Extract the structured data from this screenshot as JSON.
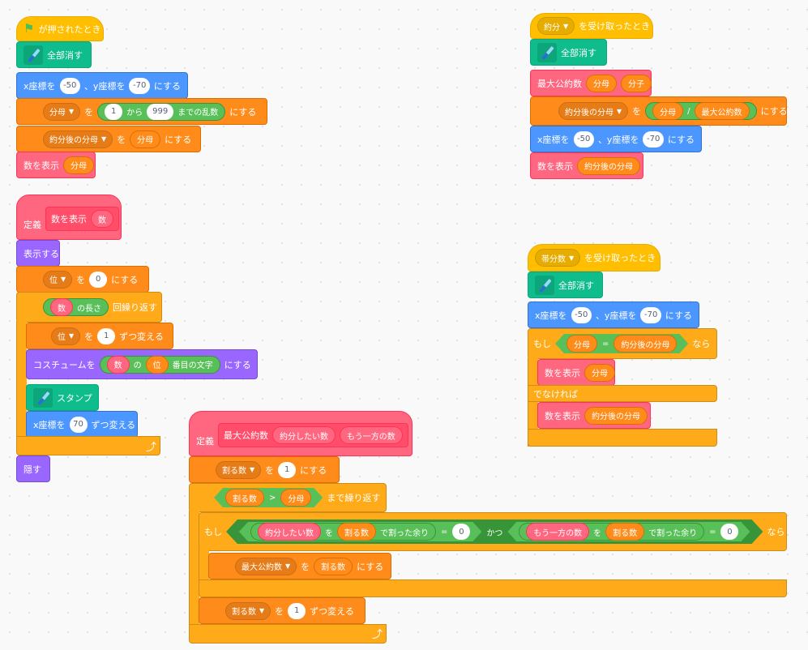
{
  "s1": {
    "hat_label": "が押されたとき",
    "clear_label": "全部消す",
    "goto": {
      "x_label": "x座標を",
      "x": "-50",
      "sep": "、y座標を",
      "y": "-70",
      "end": "にする"
    },
    "set1": {
      "var": "分母",
      "wo": "を",
      "rand_from": "1",
      "kara": "から",
      "rand_to": "999",
      "rand_end": "までの乱数",
      "end": "にする"
    },
    "set2": {
      "var": "約分後の分母",
      "wo": "を",
      "val": "分母",
      "end": "にする"
    },
    "show": {
      "label": "数を表示",
      "arg": "分母"
    }
  },
  "s2": {
    "define": "定義",
    "proto_name": "数を表示",
    "proto_arg": "数",
    "show_label": "表示する",
    "set_pos": {
      "var": "位",
      "wo": "を",
      "val": "0",
      "end": "にする"
    },
    "repeat": {
      "arg": "数",
      "len": "の長さ",
      "end": "回繰り返す"
    },
    "change_pos": {
      "var": "位",
      "wo": "を",
      "val": "1",
      "end": "ずつ変える"
    },
    "costume": {
      "label": "コスチュームを",
      "arg": "数",
      "no": "の",
      "pos": "位",
      "letter": "番目の文字",
      "end": "にする"
    },
    "stamp_label": "スタンプ",
    "change_x": {
      "label": "x座標を",
      "val": "70",
      "end": "ずつ変える"
    },
    "hide_label": "隠す"
  },
  "s3": {
    "define": "定義",
    "proto_name": "最大公約数",
    "arg1": "約分したい数",
    "arg2": "もう一方の数",
    "set_div": {
      "var": "割る数",
      "wo": "を",
      "val": "1",
      "end": "にする"
    },
    "until": {
      "left": "割る数",
      "op": ">",
      "right": "分母",
      "end": "まで繰り返す"
    },
    "if": {
      "moshi": "もし",
      "a1": "約分したい数",
      "wo1": "を",
      "d1": "割る数",
      "rem1": "で割った余り",
      "eq1": "=",
      "z1": "0",
      "katsu": "かつ",
      "a2": "もう一方の数",
      "wo2": "を",
      "d2": "割る数",
      "rem2": "で割った余り",
      "eq2": "=",
      "z2": "0",
      "nara": "なら"
    },
    "set_gcd": {
      "var": "最大公約数",
      "wo": "を",
      "val": "割る数",
      "end": "にする"
    },
    "change_div": {
      "var": "割る数",
      "wo": "を",
      "val": "1",
      "end": "ずつ変える"
    }
  },
  "s4": {
    "msg": "約分",
    "hat_end": "を受け取ったとき",
    "clear_label": "全部消す",
    "call": {
      "name": "最大公約数",
      "a1": "分母",
      "a2": "分子"
    },
    "set": {
      "var": "約分後の分母",
      "wo": "を",
      "l": "分母",
      "div": "/",
      "r": "最大公約数",
      "end": "にする"
    },
    "goto": {
      "x_label": "x座標を",
      "x": "-50",
      "sep": "、y座標を",
      "y": "-70",
      "end": "にする"
    },
    "show": {
      "label": "数を表示",
      "arg": "約分後の分母"
    }
  },
  "s5": {
    "msg": "帯分数",
    "hat_end": "を受け取ったとき",
    "clear_label": "全部消す",
    "goto": {
      "x_label": "x座標を",
      "x": "-50",
      "sep": "、y座標を",
      "y": "-70",
      "end": "にする"
    },
    "if": {
      "moshi": "もし",
      "l": "分母",
      "eq": "=",
      "r": "約分後の分母",
      "nara": "なら"
    },
    "show1": {
      "label": "数を表示",
      "arg": "分母"
    },
    "else_label": "でなければ",
    "show2": {
      "label": "数を表示",
      "arg": "約分後の分母"
    }
  },
  "colors": {
    "events": "#ffbf00",
    "pen": "#0fbd8c",
    "motion": "#4c97ff",
    "variables": "#ff8c1a",
    "my_blocks": "#ff6680",
    "looks": "#9966ff",
    "control": "#ffab19",
    "operators": "#59c059"
  }
}
